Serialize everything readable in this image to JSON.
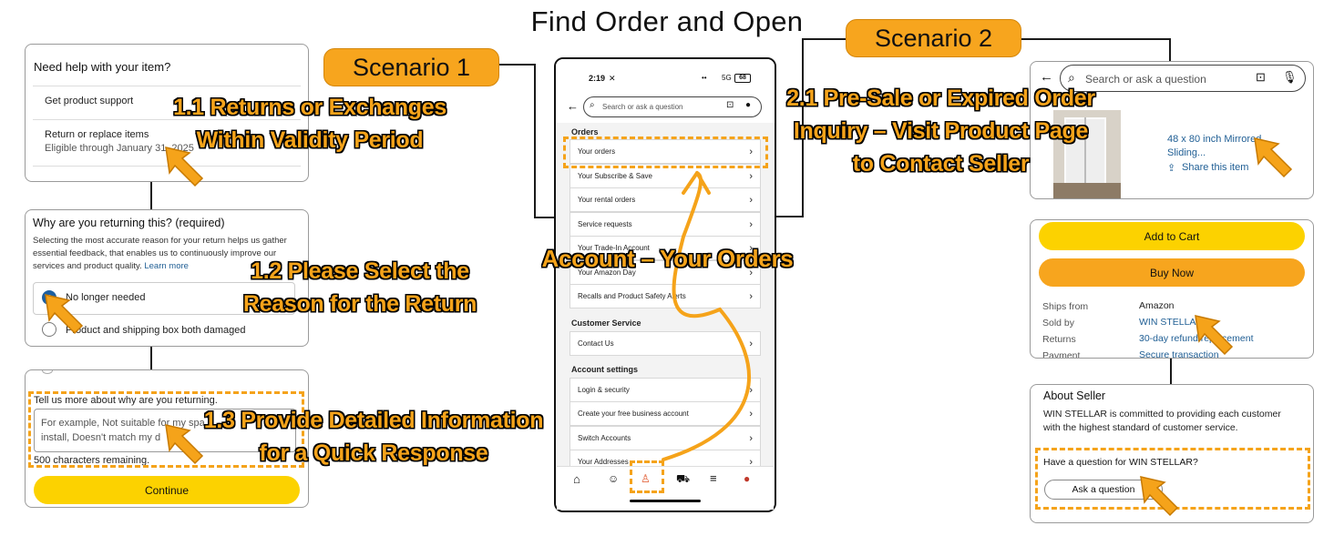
{
  "title": "Find Order and Open",
  "scenario1": "Scenario 1",
  "scenario2": "Scenario 2",
  "left": {
    "help": {
      "heading": "Need help with your item?",
      "support": "Get product support",
      "return_title": "Return or replace items",
      "return_sub": "Eligible through January 31, 2025"
    },
    "reason": {
      "heading": "Why are you returning this? (required)",
      "desc": "Selecting the most accurate reason for your return helps us gather essential feedback, that enables us to continuously improve our services and product quality.",
      "learn_more": "Learn more",
      "opt1": "No longer needed",
      "opt2": "Product and shipping box both damaged"
    },
    "tell": {
      "heading": "Tell us more about why are you returning.",
      "placeholder_line1": "For example, Not suitable for my spa",
      "placeholder_line2": "install, Doesn't match my d",
      "remaining": "500 characters remaining.",
      "continue": "Continue"
    }
  },
  "annotations": {
    "a11_l1": "1.1 Returns or Exchanges",
    "a11_l2": "Within Validity Period",
    "a12_l1": "1.2 Please Select the",
    "a12_l2": "Reason for the Return",
    "a13_l1": "1.3 Provide Detailed Information",
    "a13_l2": "for a Quick Response",
    "center": "Account – Your Orders",
    "a21_l1": "2.1 Pre-Sale or Expired Order",
    "a21_l2": "Inquiry – Visit Product Page",
    "a21_l3": "to Contact Seller"
  },
  "phone": {
    "time": "2:19",
    "network": "5G",
    "battery": "68",
    "search_placeholder": "Search or ask a question",
    "orders_section": "Orders",
    "items": [
      "Your orders",
      "Your Subscribe & Save",
      "Your rental orders",
      "Service requests",
      "Your Trade-In Account",
      "Your Amazon Day",
      "Recalls and Product Safety Alerts"
    ],
    "cs_section": "Customer Service",
    "contact": "Contact Us",
    "settings_section": "Account settings",
    "settings": [
      "Login & security",
      "Create your free business account",
      "Switch Accounts",
      "Your Addresses"
    ]
  },
  "right": {
    "search_placeholder": "Search or ask a question",
    "product_title_l1": "48 x 80 inch Mirrored",
    "product_title_l2": "Sliding...",
    "share": "Share this item",
    "add_to_cart": "Add to Cart",
    "buy_now": "Buy Now",
    "ships_from_label": "Ships from",
    "ships_from_value": "Amazon",
    "sold_by_label": "Sold by",
    "sold_by_value": "WIN STELLAR",
    "returns_label": "Returns",
    "returns_value": "30-day refund/replacement",
    "payment_label": "Payment",
    "payment_value": "Secure transaction",
    "about_heading": "About Seller",
    "about_text_l1": "WIN STELLAR is committed to providing each customer",
    "about_text_l2": "with the highest standard of customer service.",
    "question": "Have a question for WIN STELLAR?",
    "ask": "Ask a question"
  },
  "colors": {
    "accent_orange": "#f5a31a",
    "button_yellow": "#fcd200",
    "link_blue": "#1f5e94"
  }
}
